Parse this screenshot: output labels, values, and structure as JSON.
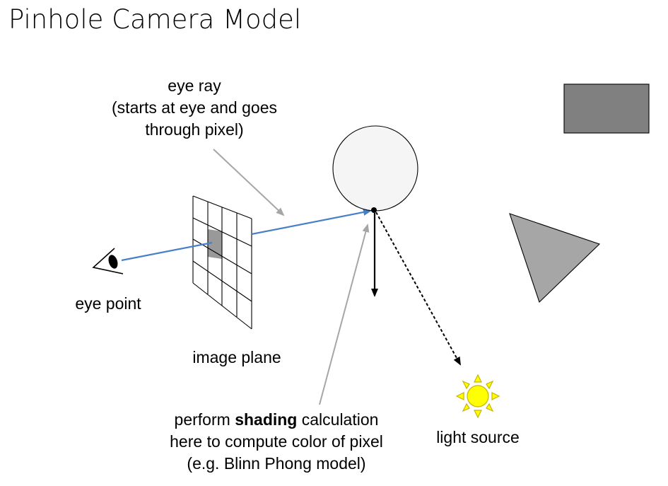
{
  "title": "Pinhole Camera Model",
  "labels": {
    "eye_ray": [
      "eye ray",
      "(starts at eye and goes",
      "through pixel)"
    ],
    "eye_point": "eye point",
    "image_plane": "image plane",
    "light_source": "light source",
    "shading": {
      "line1_before": "perform ",
      "line1_bold": "shading",
      "line1_after": " calculation",
      "line2": "here to compute color of pixel",
      "line3": "(e.g. Blinn Phong model)"
    }
  },
  "colors": {
    "ray_blue": "#4a7fc8",
    "pointer_gray": "#a6a6a6",
    "sphere_fill": "#f5f5f5",
    "rect_fill": "#808080",
    "triangle_fill": "#a6a6a6",
    "pixel_fill": "#999999",
    "sun_fill": "#ffff00",
    "sun_outline": "#c8b400"
  }
}
